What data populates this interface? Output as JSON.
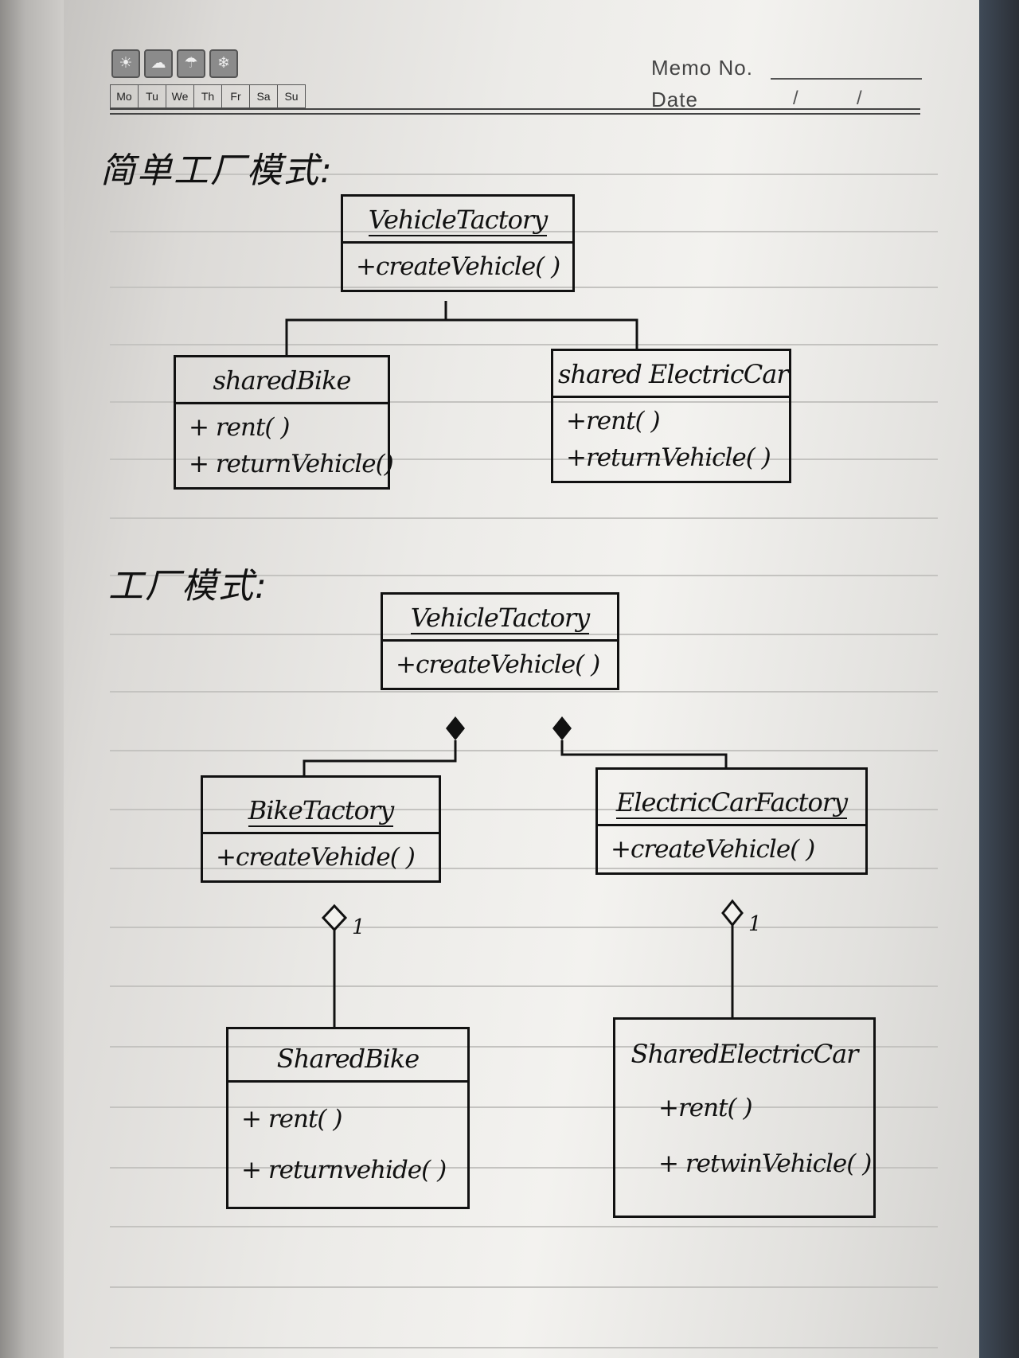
{
  "header": {
    "weather_icons": [
      "sun-icon",
      "cloud-icon",
      "rain-icon",
      "snow-icon"
    ],
    "days": [
      "Mo",
      "Tu",
      "We",
      "Th",
      "Fr",
      "Sa",
      "Su"
    ],
    "memo_label": "Memo No.",
    "date_label": "Date",
    "date_slashes": [
      "/",
      "/"
    ]
  },
  "simple_factory": {
    "title": "简单工厂模式:",
    "factory": {
      "name": "VehicleTactory",
      "ops": [
        "+createVehicle( )"
      ]
    },
    "products": [
      {
        "name": "sharedBike",
        "ops": [
          "+ rent( )",
          "+ returnVehicle()"
        ]
      },
      {
        "name": "shared ElectricCar",
        "ops": [
          "+rent( )",
          "+returnVehicle( )"
        ]
      }
    ]
  },
  "factory_method": {
    "title": "工厂模式:",
    "factory": {
      "name": "VehicleTactory",
      "ops": [
        "+createVehicle( )"
      ]
    },
    "sub_factories": [
      {
        "name": "BikeTactory",
        "ops": [
          "+createVehide( )"
        ]
      },
      {
        "name": "ElectricCarFactory",
        "ops": [
          "+createVehicle( )"
        ]
      }
    ],
    "products": [
      {
        "name": "SharedBike",
        "ops": [
          "+ rent( )",
          "+ returnvehide( )"
        ]
      },
      {
        "name": "SharedElectricCar",
        "ops": [
          "+rent( )",
          "+ retwinVehicle( )"
        ]
      }
    ],
    "multiplicities": [
      "1",
      "1"
    ]
  }
}
